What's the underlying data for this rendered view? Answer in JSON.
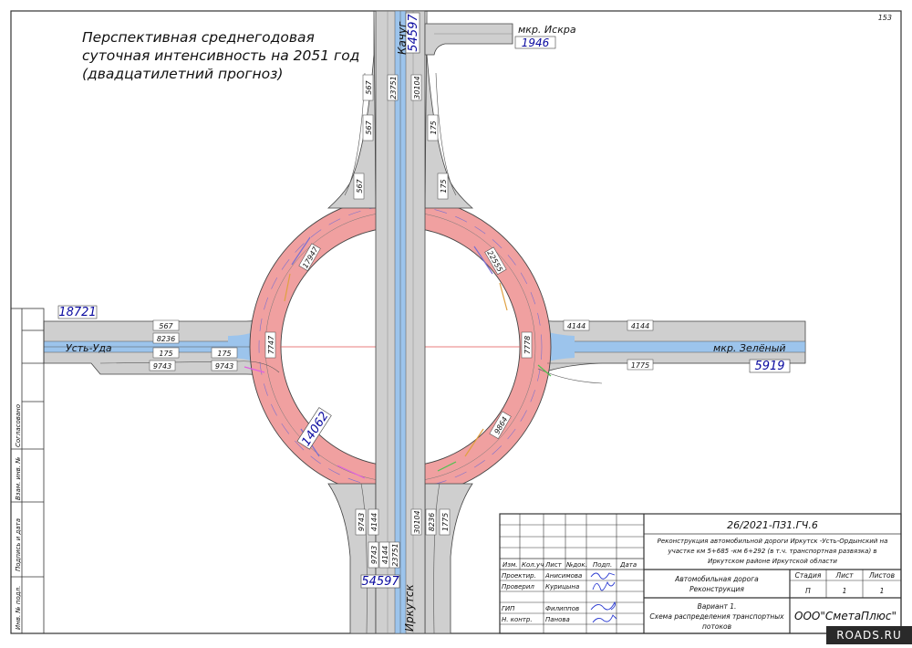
{
  "sheet": {
    "page_number": "153",
    "title_lines": [
      "Перспективная среднегодовая",
      "суточная интенсивность на 2051 год",
      "(двадцатилетний прогноз)"
    ],
    "watermark": "ROADS.RU"
  },
  "directions": {
    "north_road": "Качуг",
    "south_road": "Иркутск",
    "west_road": "Усть-Уда",
    "east_road": "мкр. Зелёный",
    "north_east_road": "мкр. Искра"
  },
  "totals": {
    "north": "54597",
    "south": "54597",
    "west": "18721",
    "east": "5919",
    "iskra": "1946",
    "ring": "14062"
  },
  "flows": {
    "n_ramp_left_upper": "567",
    "n_ramp_left_lower": "567",
    "n_ramp_left_bottom": "567",
    "n_main_left": "23751",
    "n_main_right": "30104",
    "n_ramp_right_upper": "175",
    "n_ramp_right_lower": "175",
    "ring_nw": "17947",
    "ring_ne": "22555",
    "ring_w": "7747",
    "ring_e": "7778",
    "ring_se": "9864",
    "w_top": "567",
    "w_mid": "8236",
    "w_in_a": "175",
    "w_in_b": "175",
    "w_out_a": "9743",
    "w_out_b": "9743",
    "e_top_a": "4144",
    "e_top_b": "4144",
    "e_bottom": "1775",
    "s_left_a": "9743",
    "s_left_b": "4144",
    "s_main_left_a": "30104",
    "s_main_left_b": "8236",
    "s_main_right": "1775",
    "s_bottom_a": "9743",
    "s_bottom_b": "4144",
    "s_bottom_c": "23751"
  },
  "stamp": {
    "code": "26/2021-ПЗ1.ГЧ.6",
    "project_desc": [
      "Реконструкция автомобильной дороги Иркутск -Усть-Ордынский на",
      "участке км 5+685 -км 6+292 (в т.ч. транспортная развязка) в",
      "Иркутском районе Иркутской области"
    ],
    "object_name": [
      "Автомобильная дорога",
      "Реконструкция"
    ],
    "sheet_name": [
      "Вариант 1.",
      "Схема распределения транспортных",
      "потоков"
    ],
    "company": "ООО\"СметаПлюс\"",
    "col_headers": [
      "Изм.",
      "Кол.уч",
      "Лист",
      "№док.",
      "Подп.",
      "Дата"
    ],
    "roles": [
      "Проектир.",
      "Проверил",
      "",
      "ГИП",
      "Н. контр."
    ],
    "names": [
      "Анисимова",
      "Курицына",
      "",
      "Филиппов",
      "Панова"
    ],
    "stage_headers": [
      "Стадия",
      "Лист",
      "Листов"
    ],
    "stage_values": [
      "П",
      "1",
      "1"
    ]
  },
  "side_stamp": [
    "Согласовано",
    "Взам. инв. №",
    "Подпись и дата",
    "Инв. № подл."
  ],
  "colors": {
    "ring_fill": "#f0a0a0",
    "road_gray": "#cfcfcf",
    "lane_blue": "#9cc4ec",
    "line": "#333333",
    "label_blue": "#0a0aa0"
  }
}
